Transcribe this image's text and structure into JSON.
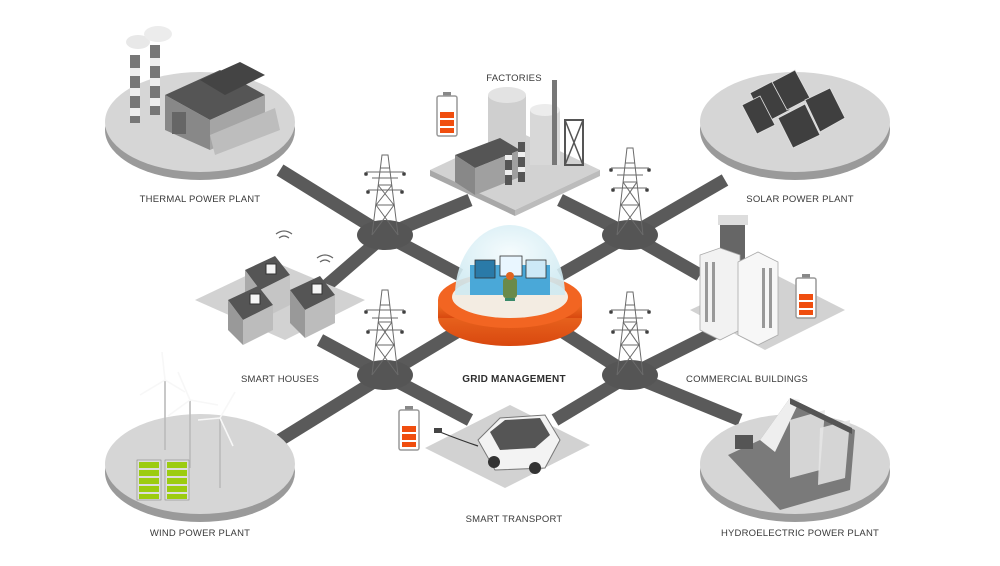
{
  "diagram": {
    "title": "Smart Grid",
    "hub": {
      "label": "GRID MANAGEMENT",
      "icon": "control-room-dome",
      "accent_color": "#f26522"
    },
    "nodes": [
      {
        "id": "thermal",
        "label": "THERMAL POWER PLANT",
        "icon": "thermal-plant",
        "platform": "round"
      },
      {
        "id": "factories",
        "label": "FACTORIES",
        "icon": "factory",
        "platform": "square",
        "battery": "orange"
      },
      {
        "id": "solar",
        "label": "SOLAR POWER PLANT",
        "icon": "solar-panels",
        "platform": "round"
      },
      {
        "id": "houses",
        "label": "SMART HOUSES",
        "icon": "houses",
        "platform": "square"
      },
      {
        "id": "commercial",
        "label": "COMMERCIAL BUILDINGS",
        "icon": "office-buildings",
        "platform": "square",
        "battery": "orange"
      },
      {
        "id": "wind",
        "label": "WIND POWER PLANT",
        "icon": "wind-turbines",
        "platform": "round",
        "battery": "green"
      },
      {
        "id": "transport",
        "label": "SMART TRANSPORT",
        "icon": "electric-car",
        "platform": "square",
        "battery": "orange"
      },
      {
        "id": "hydro",
        "label": "HYDROELECTRIC POWER PLANT",
        "icon": "dam",
        "platform": "round"
      }
    ],
    "junctions": [
      "transmission-tower-nw",
      "transmission-tower-ne",
      "transmission-tower-sw",
      "transmission-tower-se"
    ],
    "colors": {
      "road": "#5a5a5a",
      "platform_top": "#d6d6d6",
      "platform_side": "#9a9a9a",
      "battery_orange": "#f04e0f",
      "battery_green": "#9ccc10",
      "screen_blue": "#4aa8d8"
    }
  }
}
